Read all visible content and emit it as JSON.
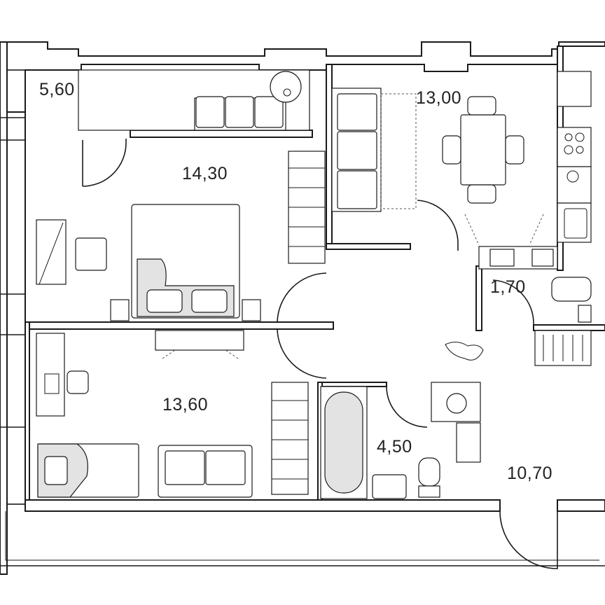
{
  "rooms": [
    {
      "id": "balcony",
      "area": "5,60"
    },
    {
      "id": "bedroom",
      "area": "14,30"
    },
    {
      "id": "kitchen-living",
      "area": "13,00"
    },
    {
      "id": "wc",
      "area": "1,70"
    },
    {
      "id": "children-room",
      "area": "13,60"
    },
    {
      "id": "bathroom",
      "area": "4,50"
    },
    {
      "id": "hallway",
      "area": "10,70"
    }
  ]
}
